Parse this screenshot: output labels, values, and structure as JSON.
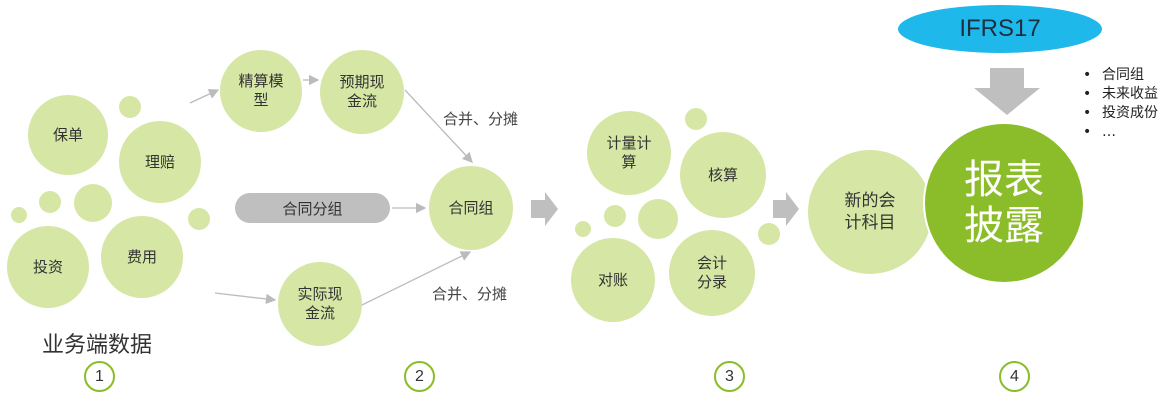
{
  "stage1": {
    "circles": [
      "保单",
      "理赔",
      "投资",
      "费用"
    ],
    "caption": "业务端数据",
    "number": "1"
  },
  "stage2": {
    "top_model": [
      "精算模",
      "型"
    ],
    "top_cashflow": [
      "预期现",
      "金流"
    ],
    "pill": "合同分组",
    "actual_cashflow": [
      "实际现",
      "金流"
    ],
    "group": "合同组",
    "merge_label_top": "合并、分摊",
    "merge_label_bottom": "合并、分摊",
    "number": "2"
  },
  "stage3": {
    "measure": [
      "计量计",
      "算"
    ],
    "accounting": "核算",
    "reconcile": "对账",
    "entries": [
      "会计",
      "分录"
    ],
    "number": "3"
  },
  "stage4": {
    "new_subjects": [
      "新的会",
      "计科目"
    ],
    "ifrs": "IFRS17",
    "report": [
      "报表",
      "披露"
    ],
    "bullets": [
      "合同组",
      "未来收益",
      "投资成份",
      "…"
    ],
    "number": "4"
  },
  "colors": {
    "light_green": "#d5e6a5",
    "dark_green": "#8bbd2a",
    "ifrs_blue": "#1fb8ea",
    "gray": "#bfbfbf"
  }
}
